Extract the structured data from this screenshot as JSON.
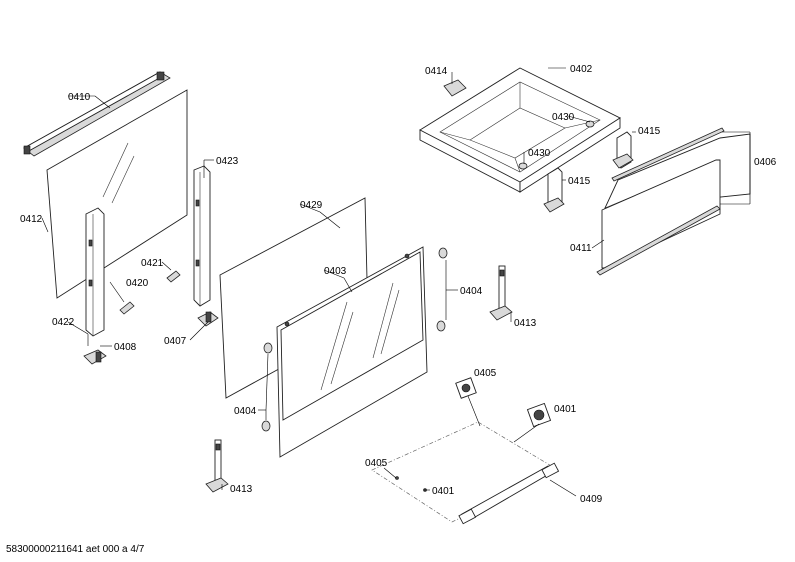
{
  "labels": {
    "p0410": "0410",
    "p0412": "0412",
    "p0422": "0422",
    "p0408": "0408",
    "p0420": "0420",
    "p0421": "0421",
    "p0423": "0423",
    "p0407": "0407",
    "p0429": "0429",
    "p0403": "0403",
    "p0404a": "0404",
    "p0404b": "0404",
    "p0413a": "0413",
    "p0413b": "0413",
    "p0414": "0414",
    "p0402": "0402",
    "p0430a": "0430",
    "p0430b": "0430",
    "p0415a": "0415",
    "p0415b": "0415",
    "p0406": "0406",
    "p0411": "0411",
    "p0405a": "0405",
    "p0405b": "0405",
    "p0401a": "0401",
    "p0401b": "0401",
    "p0409": "0409"
  },
  "footer": "58300000211641 aet 000 a 4/7"
}
